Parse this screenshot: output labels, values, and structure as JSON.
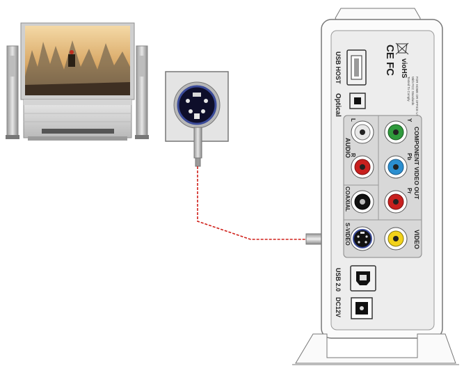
{
  "panel": {
    "usb_host": "USB HOST",
    "optical": "Optical",
    "audio": "AUDIO",
    "audio_l": "L",
    "audio_r": "R",
    "coaxial": "COAXIAL",
    "s_video": "S-VIDEO",
    "video": "VIDEO",
    "component_video_out": "COMPONENT VIDEO OUT",
    "comp_y": "Y",
    "comp_pb": "Pb",
    "comp_pr": "Pr",
    "usb_2": "USB 2.0",
    "dc12v": "DC12V",
    "brand": "vioHS",
    "ce_fc": "CE FC",
    "cert_line1": "Tested To Comply",
    "cert_line2": "With FCC Standards",
    "cert_line3": "FOR HOME OR OFFICE USE"
  },
  "colors": {
    "cable_red": "#d0201a",
    "jack_red": "#c8201e",
    "jack_green": "#2f9a3c",
    "jack_blue": "#2b8fd0",
    "jack_yellow": "#f2d21a",
    "jack_white": "#e8e8e8",
    "panel_bg": "#d8d8d8"
  },
  "icons": [
    "tv-icon",
    "speaker-icon",
    "svideo-jack-icon",
    "svideo-cable-icon",
    "usb-icon",
    "optical-icon",
    "dc-power-icon",
    "ce-mark-icon",
    "fcc-mark-icon",
    "weee-bin-icon"
  ]
}
